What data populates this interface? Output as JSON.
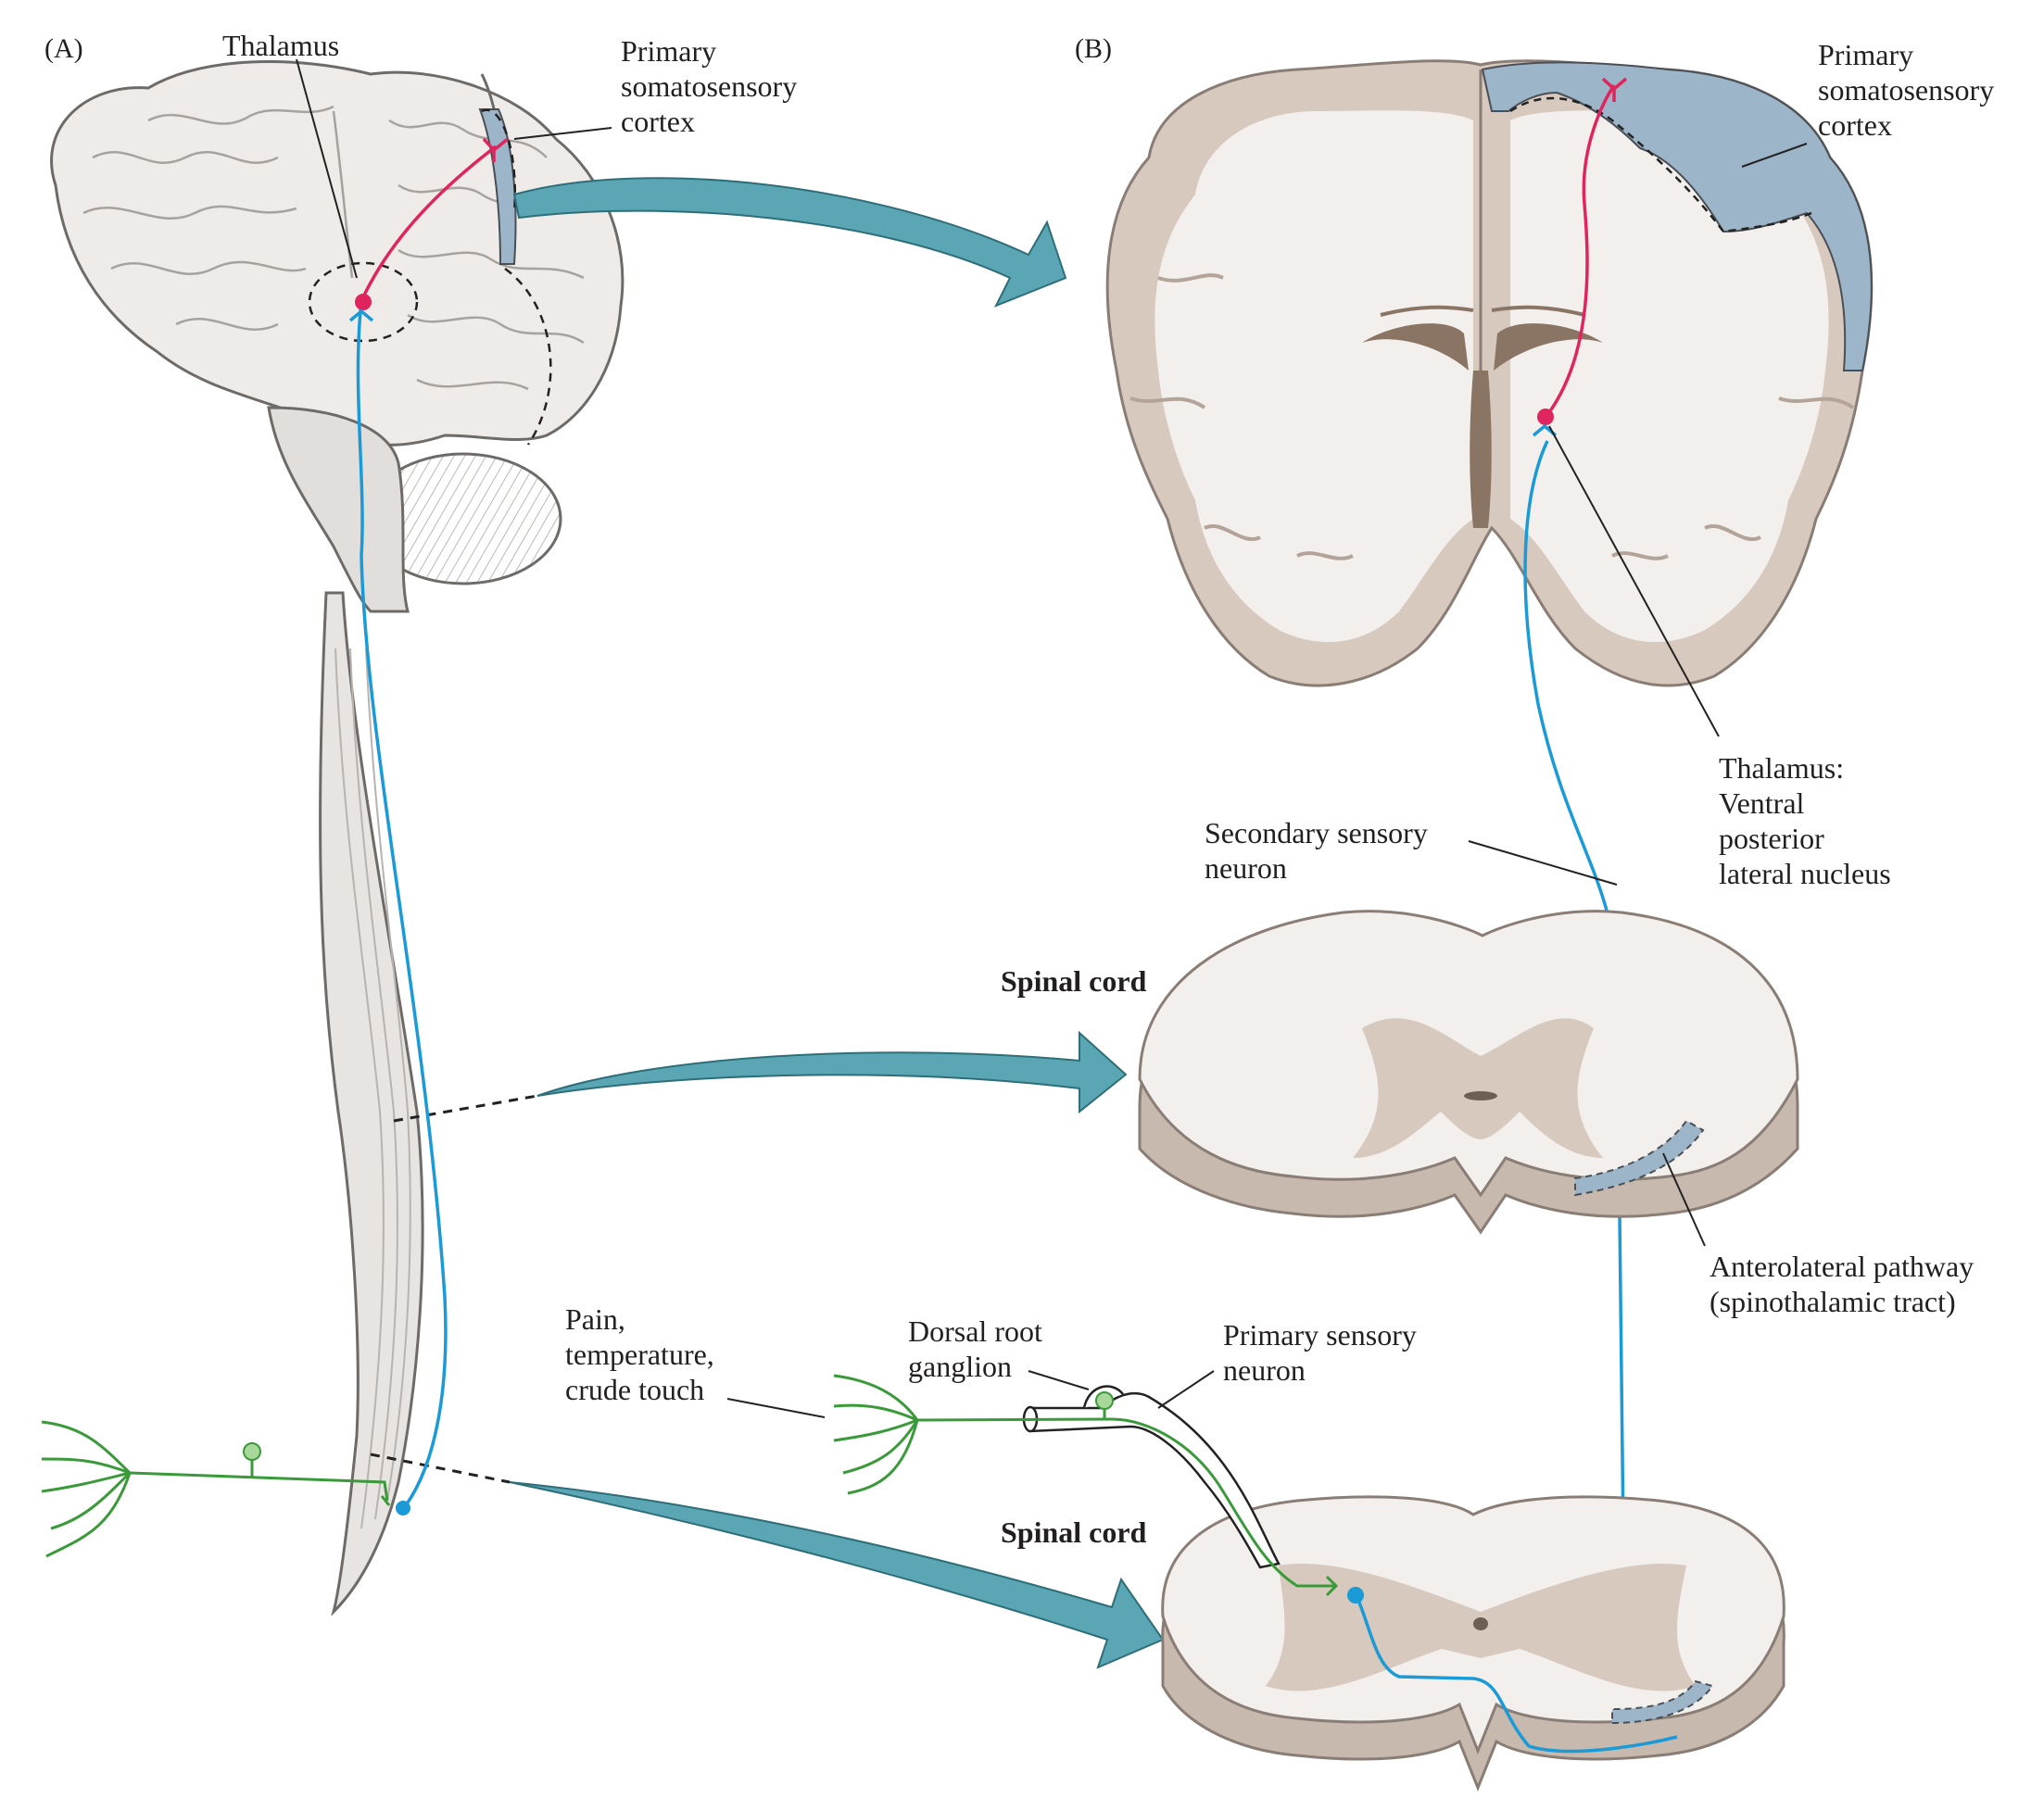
{
  "panels": {
    "a": "(A)",
    "b": "(B)"
  },
  "labels": {
    "thalamus_a": "Thalamus",
    "somatosensory_a": [
      "Primary",
      "somatosensory",
      "cortex"
    ],
    "somatosensory_b": [
      "Primary",
      "somatosensory",
      "cortex"
    ],
    "thalamus_b": [
      "Thalamus:",
      "Ventral",
      "posterior",
      "lateral nucleus"
    ],
    "secondary_neuron": [
      "Secondary sensory",
      "neuron"
    ],
    "spinal_cord_upper": "Spinal cord",
    "spinal_cord_lower": "Spinal cord",
    "anterolateral": [
      "Anterolateral pathway",
      "(spinothalamic tract)"
    ],
    "stimulus": [
      "Pain,",
      "temperature,",
      "crude touch"
    ],
    "drg": [
      "Dorsal root",
      "ganglion"
    ],
    "primary_neuron": [
      "Primary sensory",
      "neuron"
    ]
  },
  "colors": {
    "primary_neuron": "#3a9a3a",
    "secondary_neuron": "#1a9ad6",
    "tertiary_neuron": "#e0245e",
    "arrow": "#5aa6b4",
    "cortex_highlight": "#9db5c9",
    "grey_matter": "#d8c9bf",
    "white_matter": "#f2efec"
  }
}
